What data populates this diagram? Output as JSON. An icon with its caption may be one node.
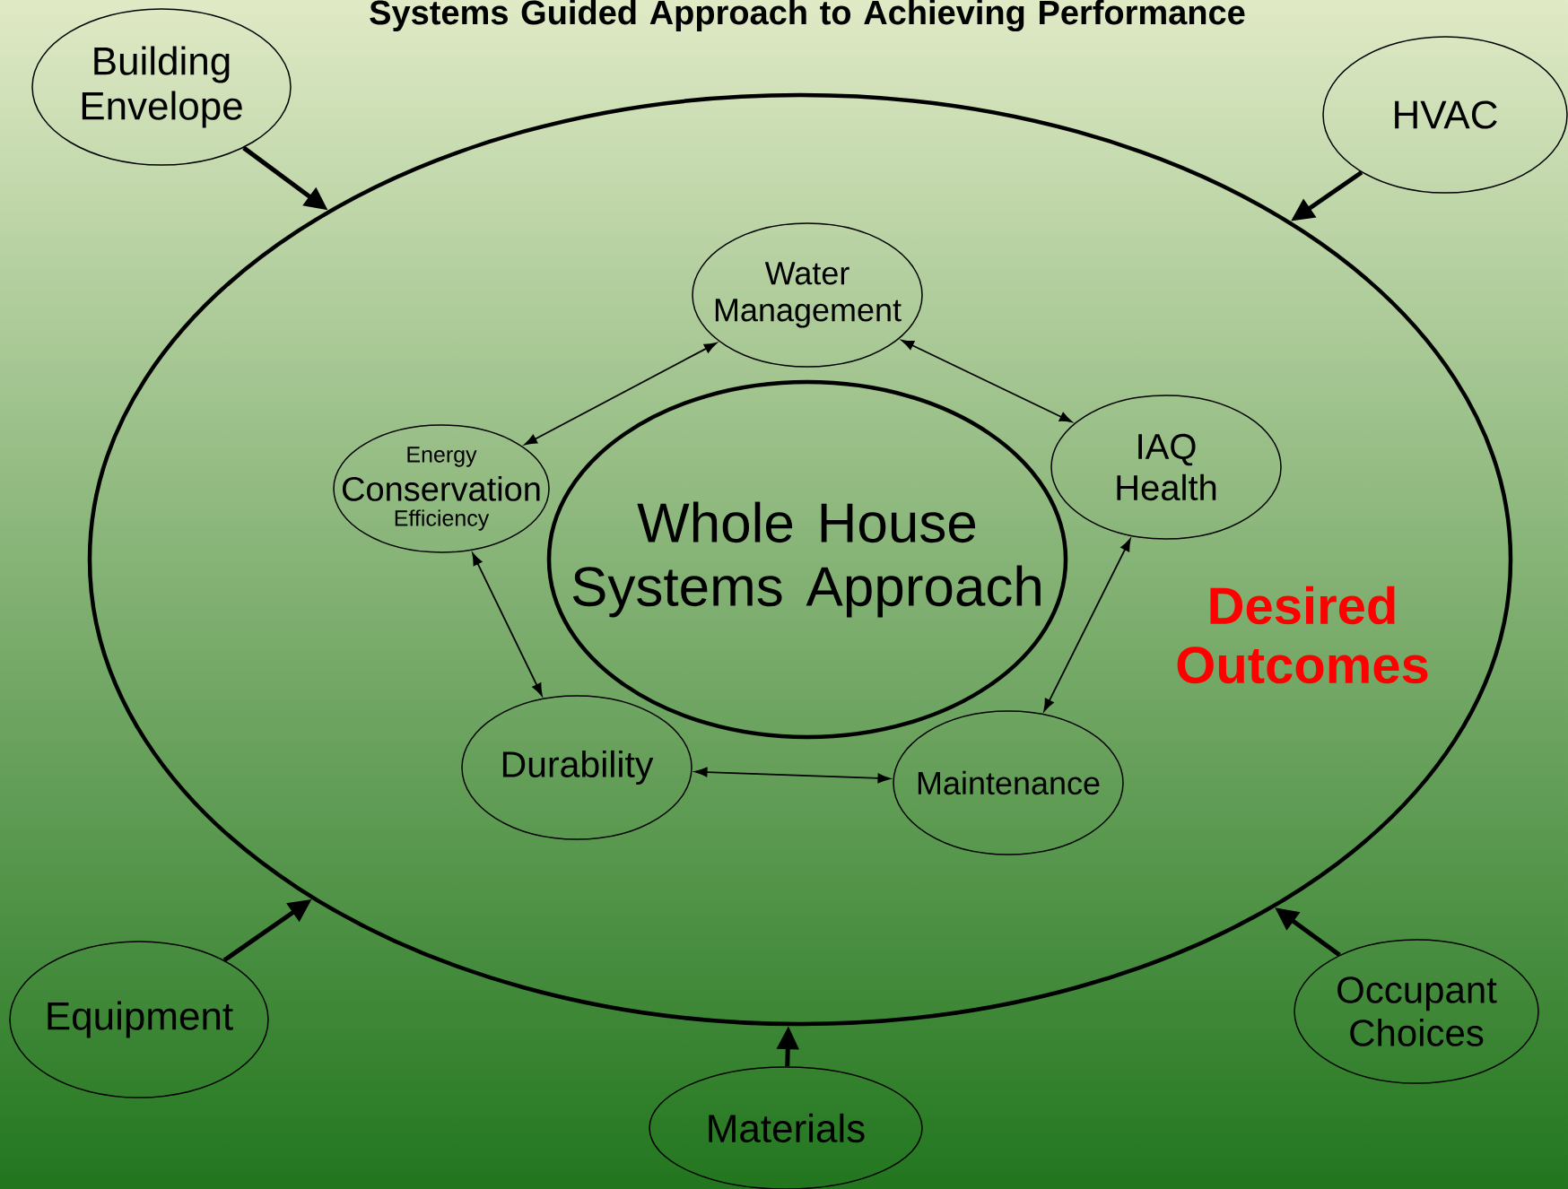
{
  "diagram": {
    "title": "Systems Guided Approach to Achieving Performance",
    "nodes": [
      {
        "text": [
          "Building Envelope"
        ]
      },
      {
        "text": [
          "HVAC"
        ]
      },
      {
        "text": [
          "Desired Outcomes"
        ]
      },
      {
        "text": [
          "Water Management"
        ],
        "in": 2
      },
      {
        "text": [
          "Energy",
          "Conservation",
          "Efficiency"
        ],
        "in": 2
      },
      {
        "text": [
          "Whole House Systems Approach"
        ],
        "in": 2
      },
      {
        "text": [
          "IAQ Health"
        ],
        "in": 2
      },
      {
        "text": [
          "Durability"
        ],
        "in": 2
      },
      {
        "text": [
          "Maintenance"
        ],
        "in": 2
      },
      {
        "text": [
          "Equipment"
        ]
      },
      {
        "text": [
          "Materials"
        ]
      },
      {
        "text": [
          "Occupant Choices"
        ]
      }
    ],
    "edges": [
      {
        "from": 0,
        "to": 2,
        "arrow": "to",
        "style": "thick"
      },
      {
        "from": 1,
        "to": 2,
        "arrow": "to",
        "style": "thick"
      },
      {
        "from": 9,
        "to": 2,
        "arrow": "to",
        "style": "thick"
      },
      {
        "from": 10,
        "to": 2,
        "arrow": "to",
        "style": "thick"
      },
      {
        "from": 11,
        "to": 2,
        "arrow": "to",
        "style": "thick"
      },
      {
        "from": 4,
        "to": 3,
        "arrow": "both"
      },
      {
        "from": 3,
        "to": 6,
        "arrow": "both"
      },
      {
        "from": 6,
        "to": 8,
        "arrow": "both"
      },
      {
        "from": 8,
        "to": 7,
        "arrow": "both"
      },
      {
        "from": 7,
        "to": 4,
        "arrow": "both"
      }
    ]
  }
}
